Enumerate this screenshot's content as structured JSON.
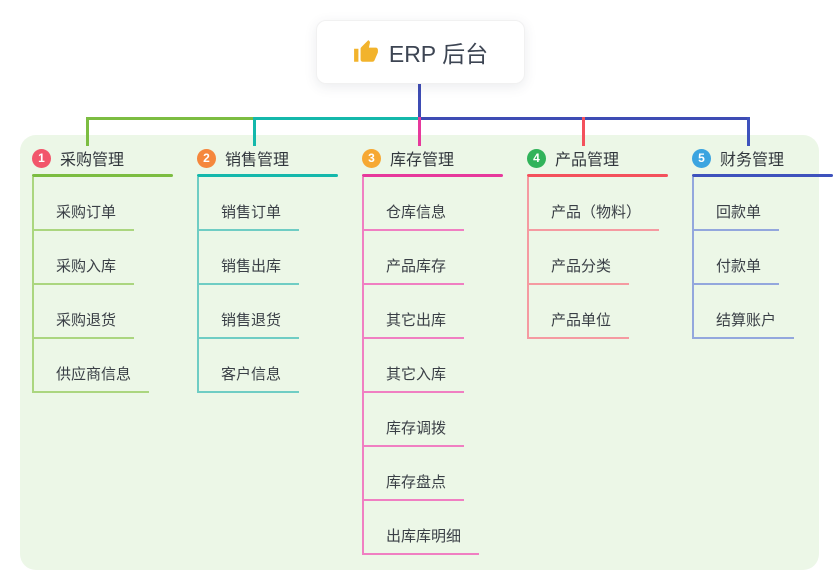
{
  "root": {
    "label": "ERP 后台",
    "icon": "thumbs-up-icon",
    "icon_color": "#f2b32c",
    "connector_color": "#3e4cb4"
  },
  "panel": {
    "background": "#ecf7e7"
  },
  "branches": [
    {
      "index": "1",
      "label": "采购管理",
      "badge_color": "#f2566b",
      "line_color": "#7cbd41",
      "light_color": "#abd67f",
      "children": [
        "采购订单",
        "采购入库",
        "采购退货",
        "供应商信息"
      ]
    },
    {
      "index": "2",
      "label": "销售管理",
      "badge_color": "#f5873c",
      "line_color": "#14b8ab",
      "light_color": "#6fcdc4",
      "children": [
        "销售订单",
        "销售出库",
        "销售退货",
        "客户信息"
      ]
    },
    {
      "index": "3",
      "label": "库存管理",
      "badge_color": "#f6a833",
      "line_color": "#e7399c",
      "light_color": "#f07fc2",
      "children": [
        "仓库信息",
        "产品库存",
        "其它出库",
        "其它入库",
        "库存调拨",
        "库存盘点",
        "出库库明细"
      ]
    },
    {
      "index": "4",
      "label": "产品管理",
      "badge_color": "#31b35a",
      "line_color": "#f4515c",
      "light_color": "#f59aa1",
      "children": [
        "产品（物料）",
        "产品分类",
        "产品单位"
      ]
    },
    {
      "index": "5",
      "label": "财务管理",
      "badge_color": "#3ba4e0",
      "line_color": "#3e52bd",
      "light_color": "#93a7dd",
      "children": [
        "回款单",
        "付款单",
        "结算账户"
      ]
    }
  ]
}
